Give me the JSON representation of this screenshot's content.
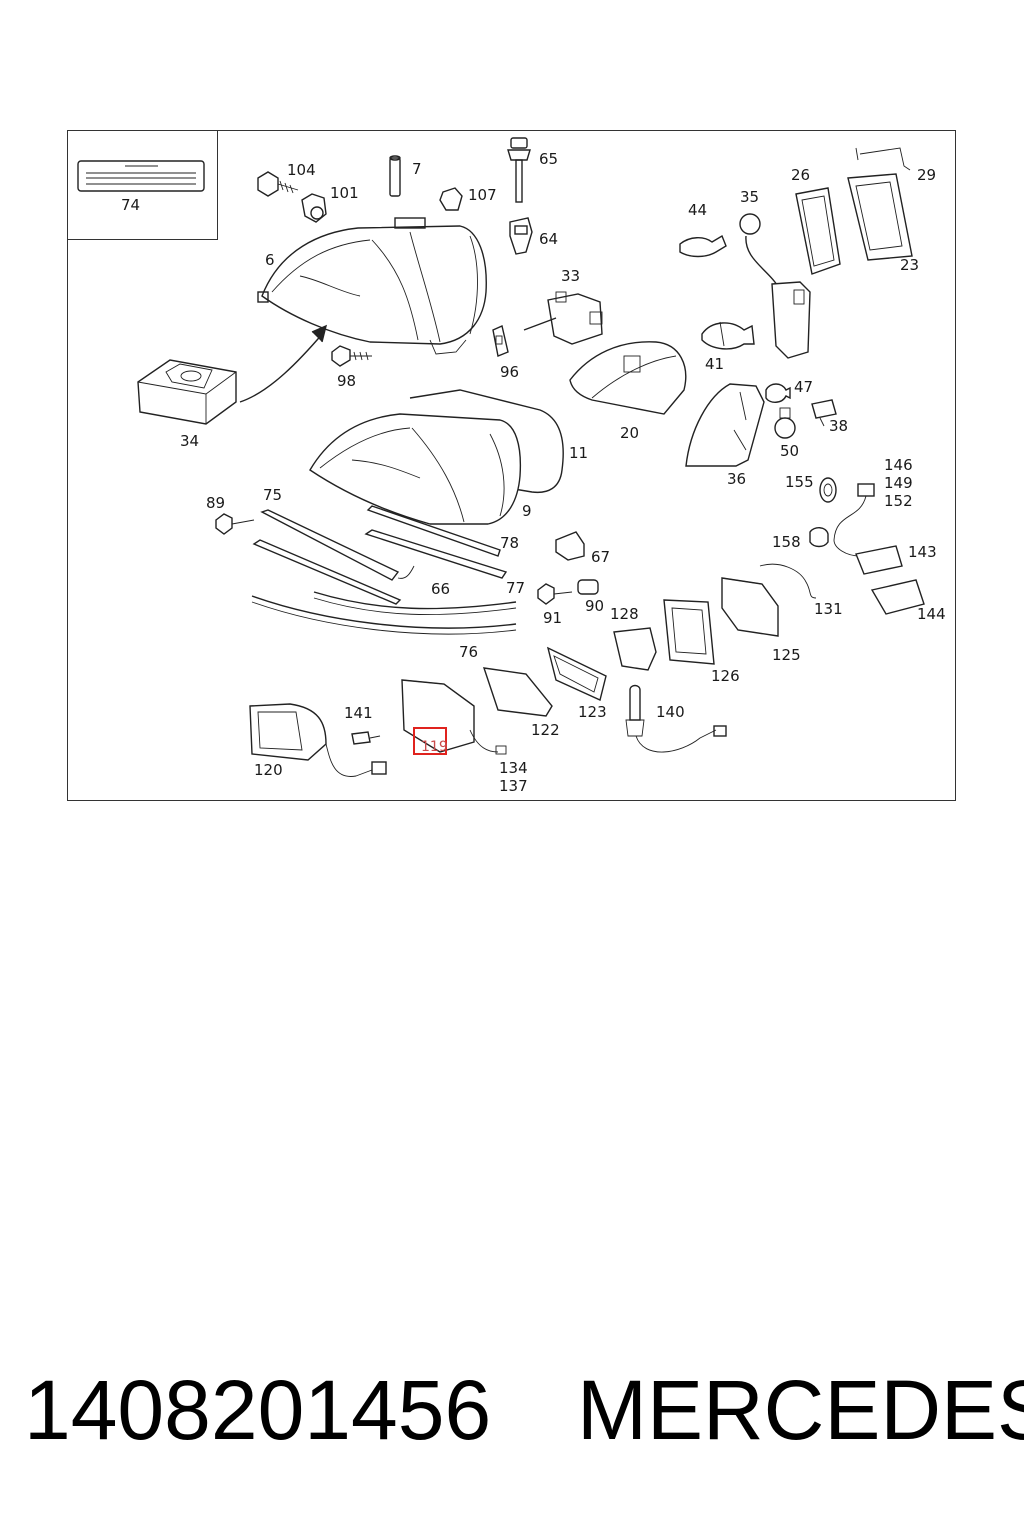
{
  "diagram": {
    "callouts": {
      "c74": "74",
      "c104": "104",
      "c101": "101",
      "c7": "7",
      "c107": "107",
      "c65": "65",
      "c64": "64",
      "c44": "44",
      "c35": "35",
      "c26": "26",
      "c29": "29",
      "c23": "23",
      "c6": "6",
      "c33": "33",
      "c96": "96",
      "c41": "41",
      "c98": "98",
      "c34": "34",
      "c20": "20",
      "c47": "47",
      "c50": "50",
      "c38": "38",
      "c36": "36",
      "c11": "11",
      "c9": "9",
      "c89": "89",
      "c75": "75",
      "c78": "78",
      "c67": "67",
      "c155": "155",
      "c146": "146",
      "c149": "149",
      "c152": "152",
      "c158": "158",
      "c143": "143",
      "c66": "66",
      "c77": "77",
      "c91": "91",
      "c90": "90",
      "c128": "128",
      "c131": "131",
      "c144": "144",
      "c76": "76",
      "c126": "126",
      "c125": "125",
      "c123": "123",
      "c122": "122",
      "c140": "140",
      "c141": "141",
      "c120": "120",
      "c119": "119",
      "c134": "134",
      "c137": "137"
    },
    "highlighted_part": "119",
    "highlight_color": "#e0231e"
  },
  "footer": {
    "part_number": "1408201456",
    "brand": "MERCEDES"
  }
}
